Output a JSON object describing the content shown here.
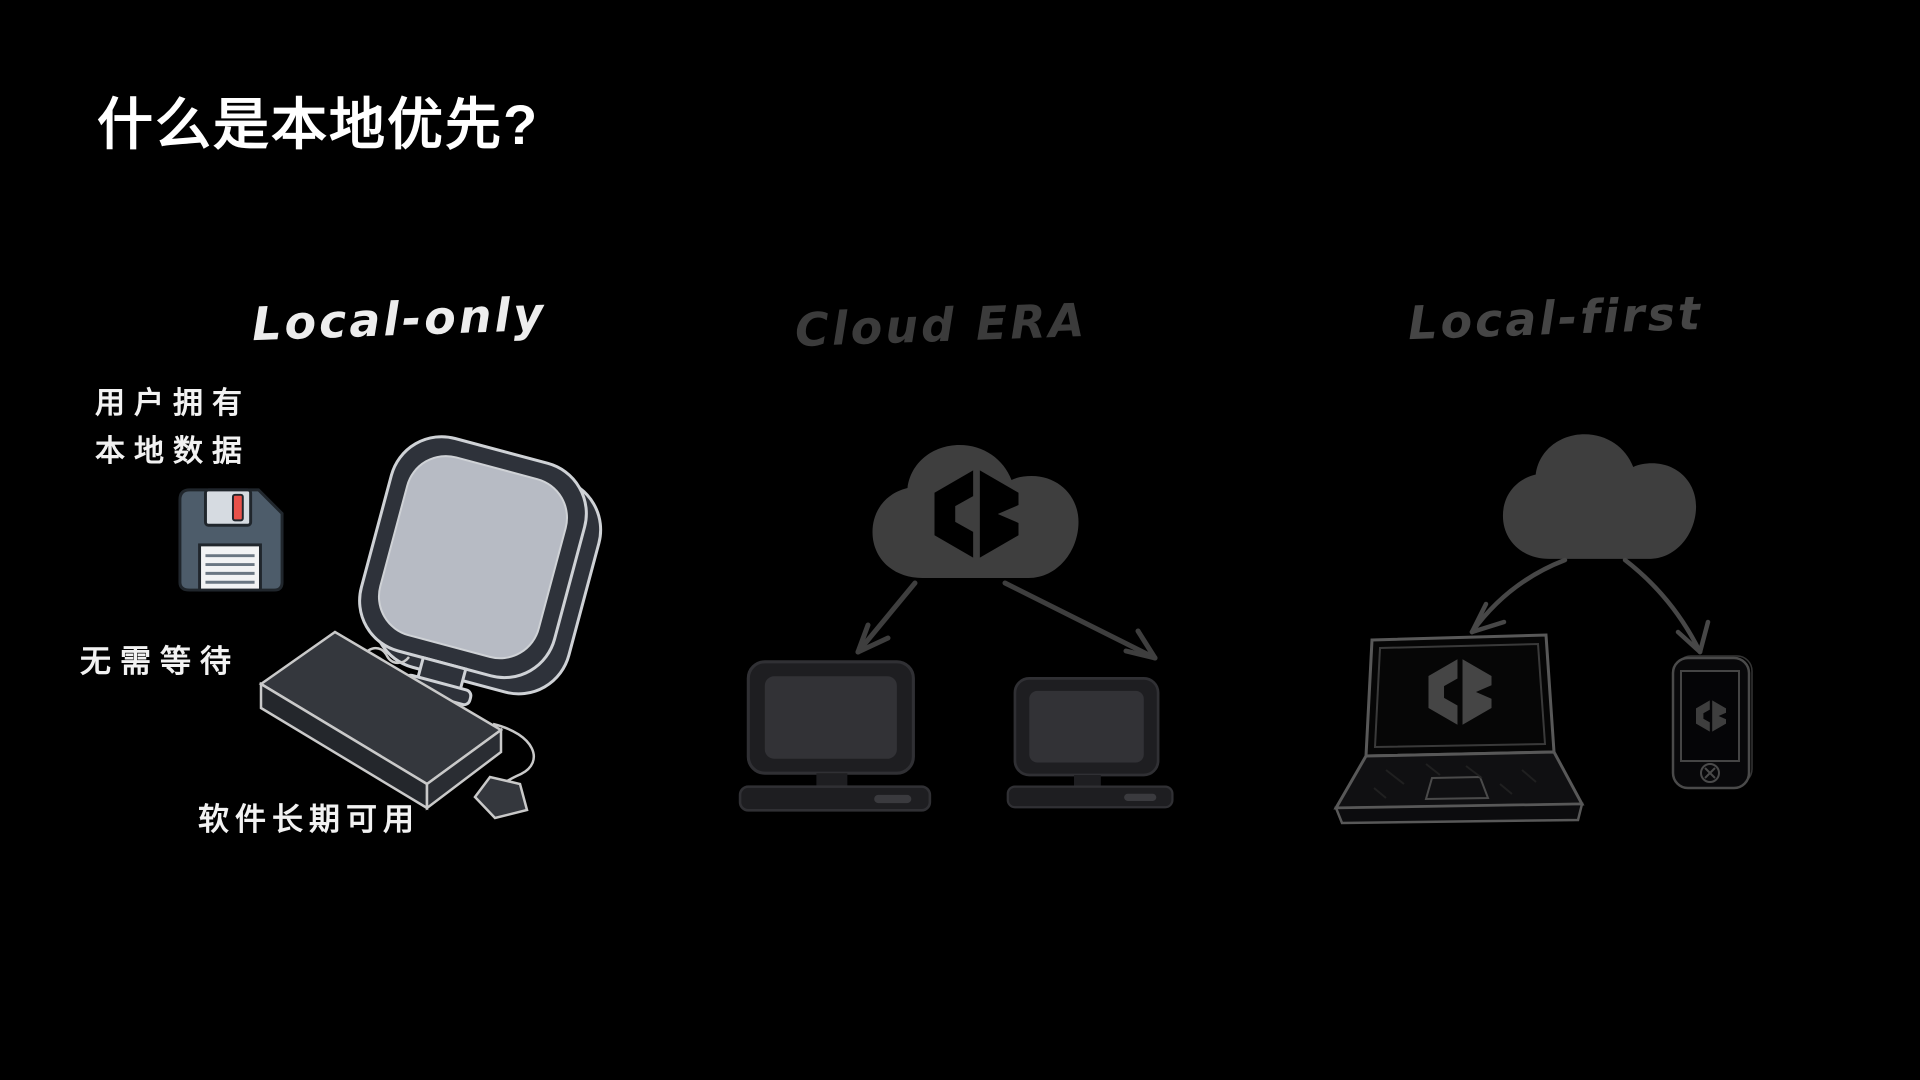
{
  "slide": {
    "title": "什么是本地优先?"
  },
  "sections": {
    "local_only": {
      "heading": "Local-only",
      "label_owns_1": "用户拥有",
      "label_owns_2": "本地数据",
      "label_no_wait": "无需等待",
      "label_long_term": "软件长期可用"
    },
    "cloud_era": {
      "heading": "Cloud ERA"
    },
    "local_first": {
      "heading": "Local-first"
    }
  },
  "icons": {
    "floppy_disk": "floppy-disk-icon",
    "crt_monitor": "crt-monitor-icon",
    "keyboard": "keyboard-icon",
    "mouse": "mouse-icon",
    "cloud_with_logo": "cloud-icon containing cb-logo cutout",
    "cloud_plain": "cloud-icon",
    "desktop_computer": "desktop-computer-icon",
    "laptop": "laptop-icon with cb-logo on screen",
    "smartphone": "smartphone-icon with cb-logo on screen",
    "arrows": "hand-drawn down arrows from cloud to devices"
  },
  "colors": {
    "background": "#000000",
    "title": "#ffffff",
    "label_text": "#f2f2f2",
    "heading_local_only": "#ededed",
    "heading_dim": "#3e3e3e",
    "cloud_fill": "#3e3e3e",
    "arrow": "#3e3e3e",
    "monitor_screen": "#b7bbc4",
    "device_outline": "#c9c9c9",
    "floppy_body": "#4d5c6a",
    "floppy_shutter": "#d6dbe1",
    "floppy_slider": "#e8514a",
    "floppy_label": "#f2f3f4",
    "dark_device_body": "#1e1e21",
    "dark_device_screen": "#323236",
    "sketch_outline": "#585858",
    "cb_logo_dim": "#454545"
  }
}
